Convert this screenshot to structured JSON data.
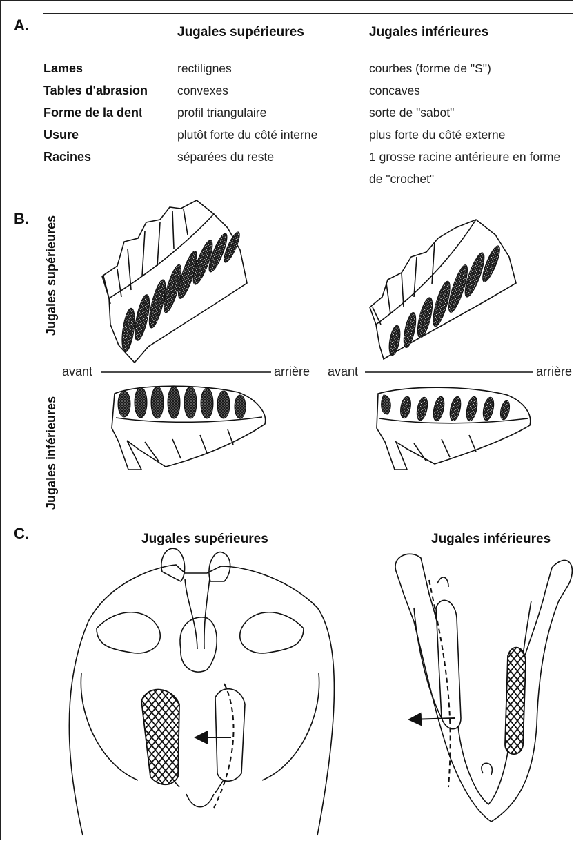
{
  "sections": {
    "a": "A.",
    "b": "B.",
    "c": "C."
  },
  "table": {
    "headers": [
      "Jugales supérieures",
      "Jugales inférieures"
    ],
    "rows": [
      {
        "label": "Lames",
        "upper": "rectilignes",
        "lower": "courbes (forme de \"S\")"
      },
      {
        "label": "Tables d'abrasion",
        "upper": "convexes",
        "lower": "concaves"
      },
      {
        "label_bold": "Forme de la den",
        "label_rest": "t",
        "upper": "profil triangulaire",
        "lower": "sorte de \"sabot\""
      },
      {
        "label": "Usure",
        "upper": "plutôt forte du côté interne",
        "lower": "plus forte du côté externe"
      },
      {
        "label": "Racines",
        "upper": "séparées du reste",
        "lower": "1 grosse racine antérieure en forme",
        "lower_cont": "de \"crochet\""
      }
    ]
  },
  "figure_b": {
    "upper_label": "Jugales supérieures",
    "lower_label": "Jugales inférieures",
    "left_axis": {
      "start": "avant",
      "end": "arrière"
    },
    "right_axis": {
      "start": "avant",
      "end": "arrière"
    }
  },
  "figure_c": {
    "left_title": "Jugales supérieures",
    "right_title": "Jugales inférieures"
  }
}
